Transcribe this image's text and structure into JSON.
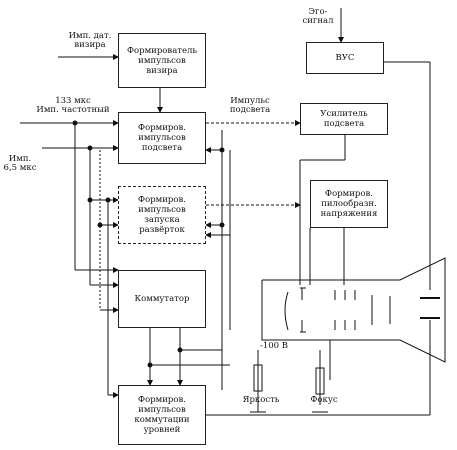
{
  "inputs": {
    "viewfinder_pulses": "Имп. дат.\nвизира",
    "line_pulses": "133 мкс\nИмп. частотный",
    "pulse_6_5": "Имп.\n6,5 мкс",
    "video_signal": "Эго-\nсигнал"
  },
  "blocks": {
    "viewfinder_former": "Формирователь\nимпульсов\nвизира",
    "highlight_pulse_former": "Формиров.\nимпульсов\nподсвета",
    "sweep_start_former": "Формиров.\nимпульсов\nзапуска\nразвёрток",
    "commutator": "Коммутатор",
    "level_switch_former": "Формиров.\nимпульсов\nкоммутации\nуровней",
    "vus": "ВУС",
    "highlight_amplifier": "Усилитель\nподсвета",
    "sawtooth_former": "Формиров.\nпилообразн.\nнапряжения"
  },
  "labels": {
    "highlight_pulse": "Импульс\nподсвета",
    "minus_100v": "-100 В",
    "brightness": "Яркость",
    "focus": "Фокус"
  }
}
